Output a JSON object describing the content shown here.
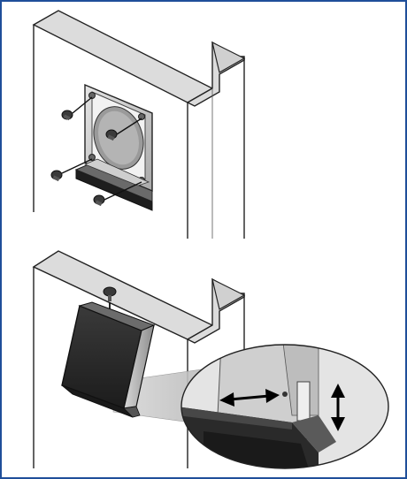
{
  "figure": {
    "panels": [
      {
        "name": "bracket-mounting",
        "parts": [
          "wall",
          "wall-plate",
          "screws",
          "bracket-ledge"
        ]
      },
      {
        "name": "device-hanging",
        "parts": [
          "wall",
          "screw",
          "device",
          "detail-magnifier",
          "horizontal-arrow",
          "vertical-arrow"
        ]
      }
    ],
    "colors": {
      "frame": "#1f4f9a",
      "wall_front": "#ffffff",
      "wall_top": "#dcdcdc",
      "plate": "#cfcfcf",
      "device_dark": "#2e2e2e",
      "device_light": "#bdbdbd",
      "outline": "#222222"
    }
  }
}
